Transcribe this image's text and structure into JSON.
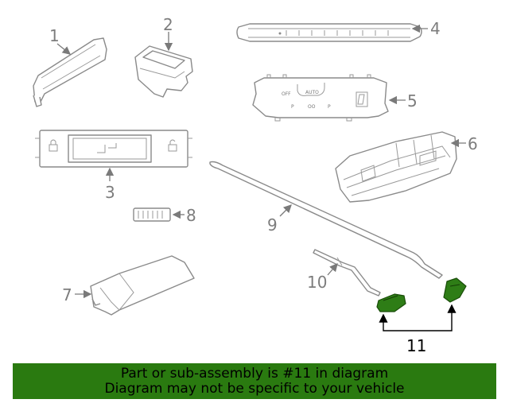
{
  "colors": {
    "highlight": "#2e7d16",
    "banner": "#2a7a10",
    "line": "#8a8a8a"
  },
  "callouts": [
    "1",
    "2",
    "3",
    "4",
    "5",
    "6",
    "7",
    "8",
    "9",
    "10",
    "11"
  ],
  "part5_labels": {
    "off": "OFF",
    "auto": "AUTO",
    "p1": "P",
    "p2": "OO",
    "p3": "P"
  },
  "banner": {
    "line1": "Part or sub-assembly is #11 in diagram",
    "line2": "Diagram may not be specific to your vehicle"
  }
}
